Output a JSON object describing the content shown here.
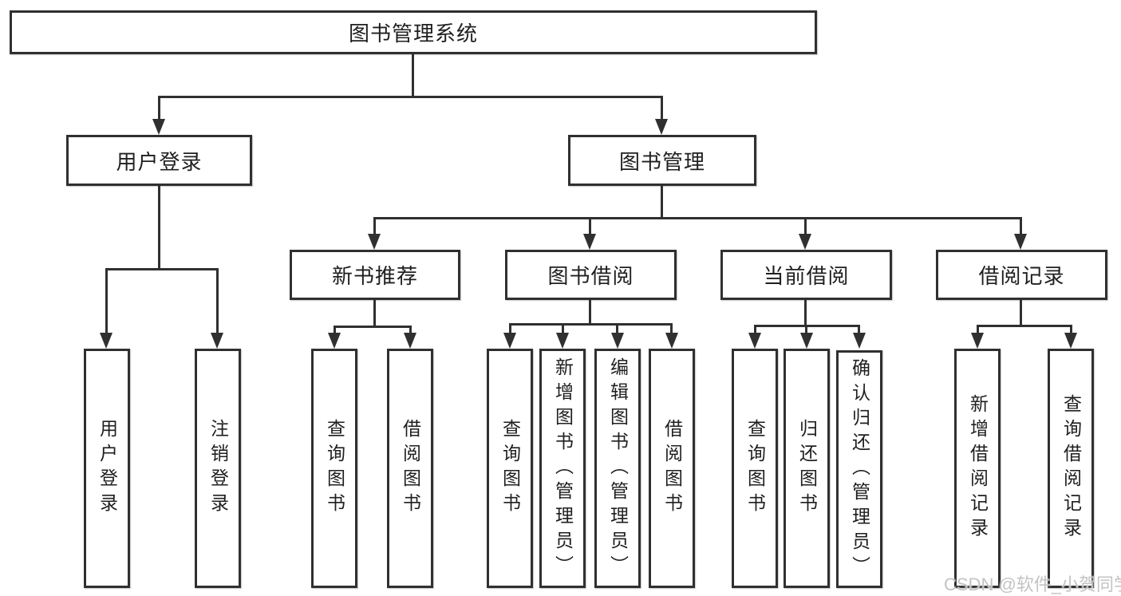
{
  "nodes": {
    "root": "图书管理系统",
    "user_login": "用户登录",
    "book_mgmt": "图书管理",
    "new_books": "新书推荐",
    "book_borrow": "图书借阅",
    "current_borrow": "当前借阅",
    "borrow_records": "借阅记录"
  },
  "leaves": {
    "user_login_1": "用户登录",
    "user_login_2": "注销登录",
    "new_books_1": "查询图书",
    "new_books_2": "借阅图书",
    "book_borrow_1": "查询图书",
    "book_borrow_2": "新增图书（管理员）",
    "book_borrow_3": "编辑图书（管理员）",
    "book_borrow_4": "借阅图书",
    "current_borrow_1": "查询图书",
    "current_borrow_2": "归还图书",
    "current_borrow_3": "确认归还（管理员）",
    "borrow_records_1": "新增借阅记录",
    "borrow_records_2": "查询借阅记录"
  },
  "watermark": "CSDN @软件_小贺同学",
  "colors": {
    "line": "#303030",
    "text": "#1f1f1f",
    "watermark": "#c3c3c3",
    "background": "#ffffff"
  }
}
